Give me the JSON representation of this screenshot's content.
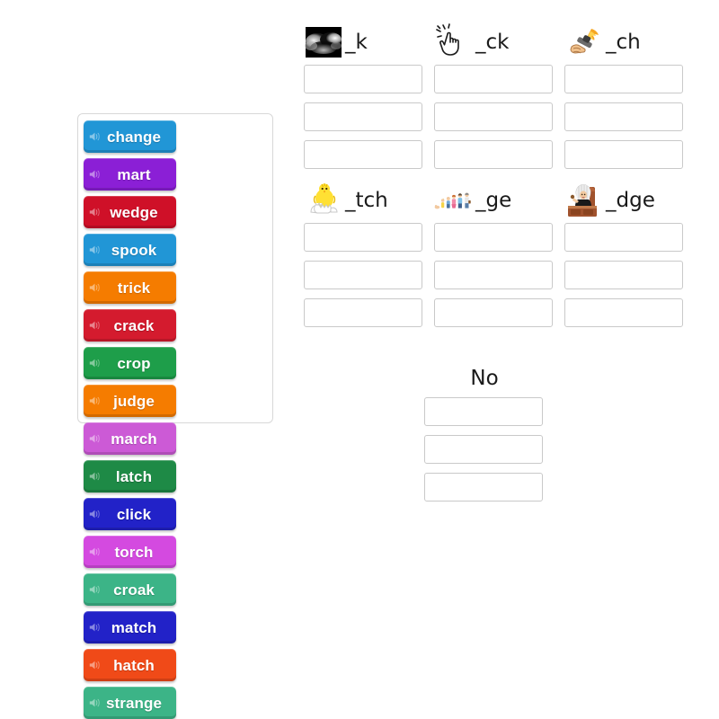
{
  "activity": {
    "type": "word-group-sort"
  },
  "word_bank": {
    "tiles": [
      {
        "label": "change",
        "color": "#2196d6",
        "audio_icon": "speaker-icon"
      },
      {
        "label": "mart",
        "color": "#8b1fd6",
        "audio_icon": "speaker-icon"
      },
      {
        "label": "wedge",
        "color": "#cf1028",
        "audio_icon": "speaker-icon"
      },
      {
        "label": "spook",
        "color": "#2196d6",
        "audio_icon": "speaker-icon"
      },
      {
        "label": "trick",
        "color": "#f57c00",
        "audio_icon": "speaker-icon"
      },
      {
        "label": "crack",
        "color": "#d41b2e",
        "audio_icon": "speaker-icon"
      },
      {
        "label": "crop",
        "color": "#1e9e4a",
        "audio_icon": "speaker-icon"
      },
      {
        "label": "judge",
        "color": "#f57c00",
        "audio_icon": "speaker-icon"
      },
      {
        "label": "march",
        "color": "#cc5ad6",
        "audio_icon": "speaker-icon"
      },
      {
        "label": "latch",
        "color": "#1e8a46",
        "audio_icon": "speaker-icon"
      },
      {
        "label": "click",
        "color": "#2222c8",
        "audio_icon": "speaker-icon"
      },
      {
        "label": "torch",
        "color": "#d44ae0",
        "audio_icon": "speaker-icon"
      },
      {
        "label": "croak",
        "color": "#3cb487",
        "audio_icon": "speaker-icon"
      },
      {
        "label": "match",
        "color": "#2222c8",
        "audio_icon": "speaker-icon"
      },
      {
        "label": "hatch",
        "color": "#f04a18",
        "audio_icon": "speaker-icon"
      },
      {
        "label": "strange",
        "color": "#3cb487",
        "audio_icon": "speaker-icon"
      }
    ]
  },
  "categories": [
    {
      "title": "_k",
      "icon": "smoke-cloud-icon",
      "slots": [
        "",
        "",
        ""
      ]
    },
    {
      "title": "_ck",
      "icon": "clicking-hand-icon",
      "slots": [
        "",
        "",
        ""
      ]
    },
    {
      "title": "_ch",
      "icon": "torch-icon",
      "slots": [
        "",
        "",
        ""
      ]
    },
    {
      "title": "_tch",
      "icon": "hatching-chick-icon",
      "slots": [
        "",
        "",
        ""
      ]
    },
    {
      "title": "_ge",
      "icon": "age-people-icon",
      "slots": [
        "",
        "",
        ""
      ]
    },
    {
      "title": "_dge",
      "icon": "judge-icon",
      "slots": [
        "",
        "",
        ""
      ]
    }
  ],
  "no_category": {
    "title": "No",
    "slots": [
      "",
      "",
      ""
    ]
  }
}
